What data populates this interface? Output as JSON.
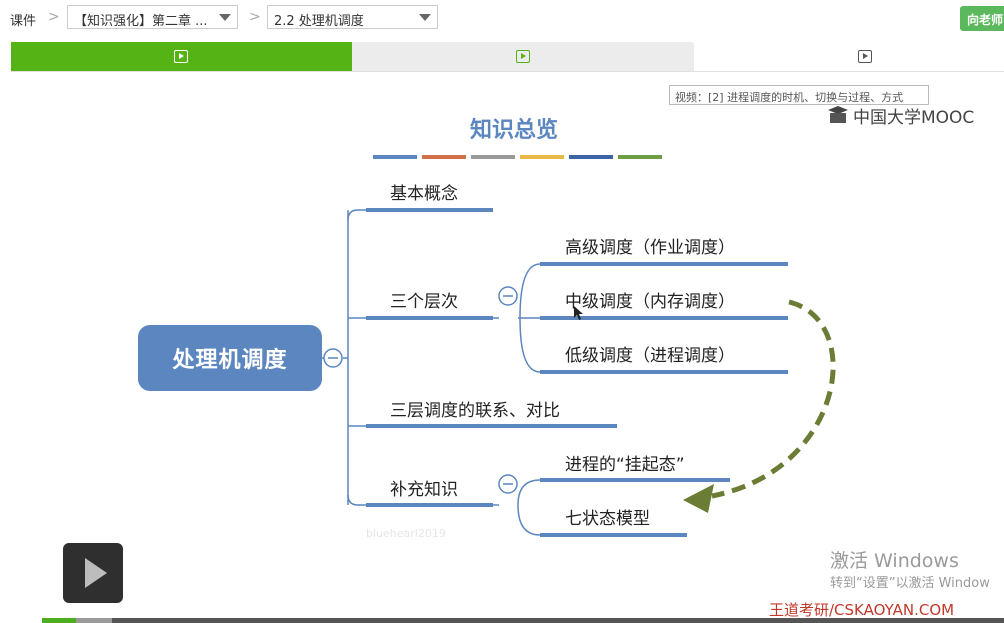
{
  "nav": {
    "root_label": "课件",
    "sep": ">",
    "chapter_select": "【知识强化】第二章 ...",
    "section_select": "2.2 处理机调度",
    "teacher_button": "向老师"
  },
  "tabs": [
    {
      "active": true
    },
    {
      "active": false
    },
    {
      "active": false
    }
  ],
  "tooltip": "视频：[2] 进程调度的时机、切换与过程、方式",
  "mooc_logo": "中国大学MOOC",
  "slide": {
    "title": "知识总览",
    "title_bar_colors": [
      "#5b86c0",
      "#d0714a",
      "#9a9a9a",
      "#e8b949",
      "#3d63a5",
      "#6d9e45"
    ],
    "root": "处理机调度",
    "branches": {
      "basic": "基本概念",
      "levels": "三个层次",
      "level_high": "高级调度（作业调度）",
      "level_mid": "中级调度（内存调度）",
      "level_low": "低级调度（进程调度）",
      "relation": "三层调度的联系、对比",
      "supplement": "补充知识",
      "suspend": "进程的“挂起态”",
      "seven_state": "七状态模型"
    },
    "watermark": "bluehearl2019"
  },
  "colors": {
    "green": "#5cb85c",
    "node_blue": "#5b86c0",
    "arrow_green": "#6b7d35"
  },
  "overlay": {
    "windows_activate": "激活 Windows",
    "windows_hint": "转到“设置”以激活 Window",
    "brand": "王道考研/CSKAOYAN.COM"
  },
  "player": {
    "progress_fraction": 0.035
  }
}
